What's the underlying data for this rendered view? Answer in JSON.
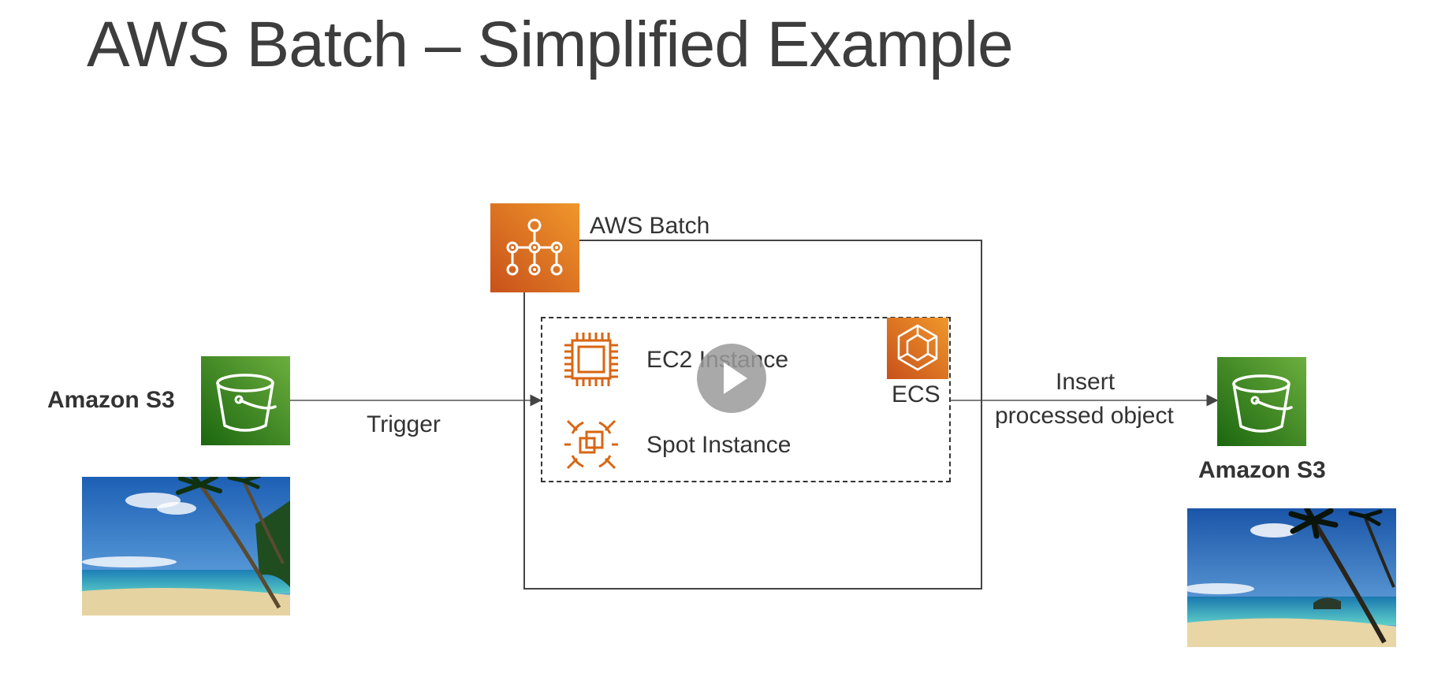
{
  "title": "AWS Batch – Simplified Example",
  "diagram": {
    "source_bucket": {
      "label": "Amazon S3",
      "icon": "s3-bucket-icon"
    },
    "trigger_label": "Trigger",
    "batch": {
      "label": "AWS Batch",
      "icon": "aws-batch-icon"
    },
    "compute": {
      "ec2_label": "EC2 Instance",
      "ec2_icon": "ec2-chip-icon",
      "spot_label": "Spot Instance",
      "spot_icon": "spot-instance-icon",
      "ecs_label": "ECS",
      "ecs_icon": "ecs-icon"
    },
    "output_label_line1": "Insert",
    "output_label_line2": "processed object",
    "dest_bucket": {
      "label": "Amazon S3",
      "icon": "s3-bucket-icon"
    },
    "video_overlay": {
      "icon": "play-icon"
    }
  },
  "colors": {
    "s3_green": "#3f8624",
    "aws_orange": "#d86613",
    "aws_orange_light": "#f09b2b",
    "text": "#333333",
    "title": "#3d3d3d"
  }
}
